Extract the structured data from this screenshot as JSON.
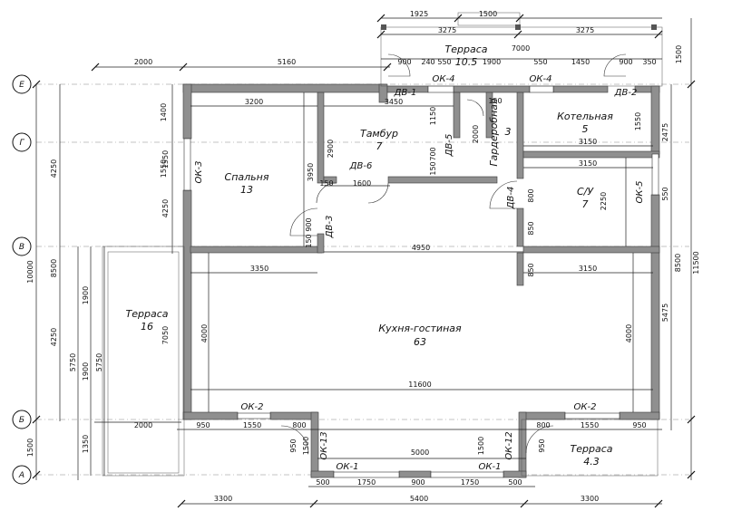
{
  "axes": [
    "Е",
    "Г",
    "В",
    "Б",
    "А"
  ],
  "rooms": [
    {
      "name": "Терраса",
      "area": "10.5"
    },
    {
      "name": "Тамбур",
      "area": "7"
    },
    {
      "name": "Гардеробная",
      "area": "3"
    },
    {
      "name": "Котельная",
      "area": "5"
    },
    {
      "name": "Спальня",
      "area": "13"
    },
    {
      "name": "С/У",
      "area": "7"
    },
    {
      "name": "Терраса",
      "area": "16"
    },
    {
      "name": "Кухня-гостиная",
      "area": "63"
    },
    {
      "name": "Терраса",
      "area": "4.3"
    }
  ],
  "openings": [
    "ДВ-1",
    "ОК-4",
    "ОК-4",
    "ДВ-2",
    "ДВ-5",
    "ДВ-6",
    "ОК-3",
    "ДВ-3",
    "ДВ-4",
    "ОК-5",
    "ОК-2",
    "ОК-2",
    "ОК-13",
    "ОК-12",
    "ОК-1",
    "ОК-1"
  ],
  "dims_top": [
    "1925",
    "1500",
    "3275",
    "7000",
    "3275",
    "2000",
    "5160",
    "900",
    "240",
    "550",
    "1900",
    "550",
    "1450",
    "900",
    "350",
    "1500"
  ],
  "dims_inner": [
    "3200",
    "3450",
    "1150",
    "150",
    "2000",
    "1550",
    "3150",
    "3150",
    "3950",
    "2900",
    "1600",
    "150",
    "700",
    "150",
    "900",
    "150",
    "800",
    "2250",
    "550",
    "850",
    "850",
    "4950",
    "3350",
    "3150",
    "4000",
    "4000",
    "11600",
    "950",
    "1550",
    "800",
    "800",
    "1550",
    "950",
    "2000",
    "5000",
    "950",
    "950",
    "1500",
    "1500",
    "1400",
    "1550",
    "2475",
    "5475"
  ],
  "dims_left": [
    "4250",
    "10000",
    "8500",
    "1550",
    "4250",
    "1900",
    "5750",
    "5750",
    "1900",
    "7050",
    "1350",
    "1500",
    "4250"
  ],
  "dims_right": [
    "8500",
    "11500"
  ],
  "dims_bottom": [
    "3300",
    "500",
    "1750",
    "900",
    "1750",
    "500",
    "5400",
    "3300"
  ],
  "colors": {
    "wall": "#8f8f8f",
    "line": "#222222"
  }
}
